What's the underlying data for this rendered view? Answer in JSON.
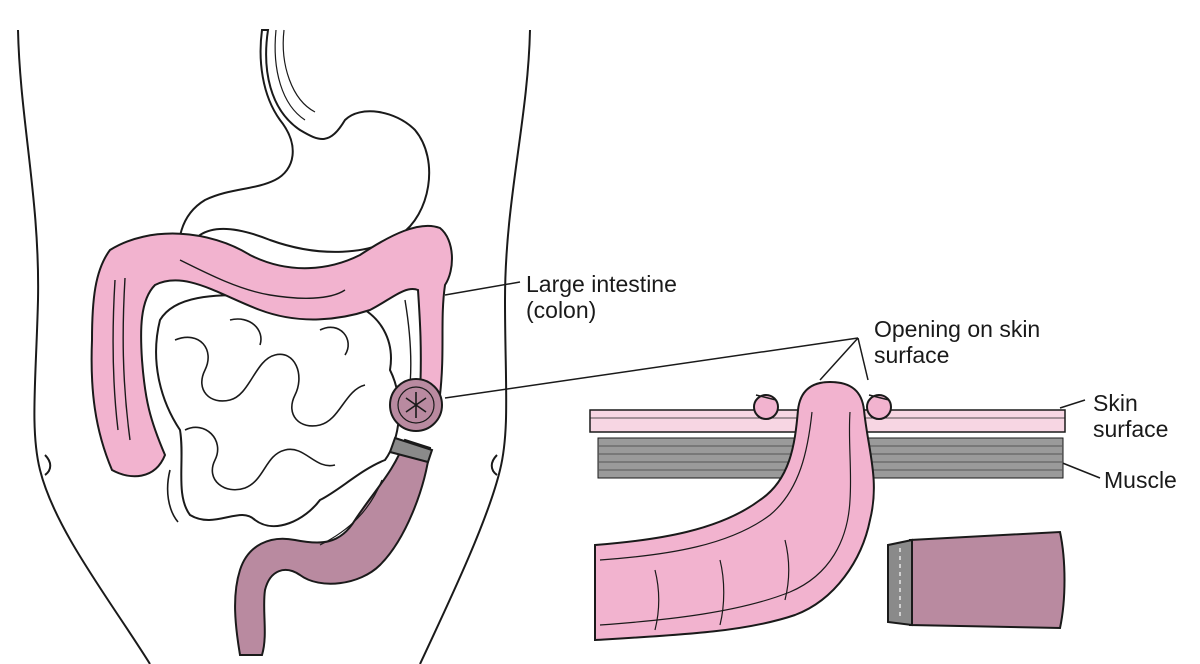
{
  "labels": {
    "large_intestine": {
      "line1": "Large intestine",
      "line2": "(colon)"
    },
    "opening": {
      "line1": "Opening on skin",
      "line2": "surface"
    },
    "skin_surface": {
      "line1": "Skin",
      "line2": "surface"
    },
    "muscle": "Muscle"
  },
  "colors": {
    "colon_pink": "#f2b3cf",
    "rectum_mauve": "#b98aa0",
    "skin_pink": "#f7d6e3",
    "muscle_gray": "#8a8a8a",
    "outline": "#1a1a1a"
  }
}
